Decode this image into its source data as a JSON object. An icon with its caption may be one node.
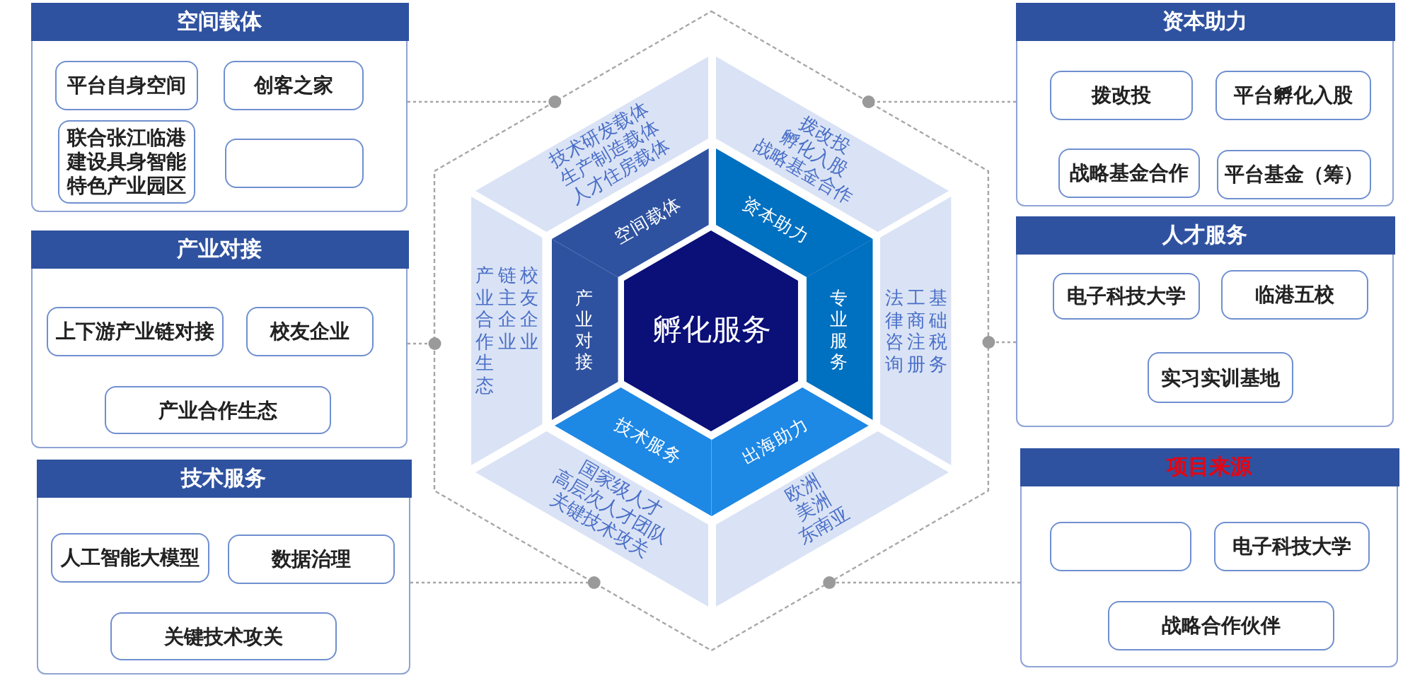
{
  "diagram": {
    "nodes": [
      {
        "text": [
          "空间载体"
        ]
      },
      {
        "text": [
          "平台自身空间"
        ],
        "in": 0
      },
      {
        "text": [
          "创客之家"
        ],
        "in": 0
      },
      {
        "text": [
          "联合张江临港建设具身智能特色产业园区"
        ],
        "in": 0
      },
      {
        "text": [],
        "shape": "box",
        "in": 0
      },
      {
        "text": [
          "产业对接"
        ]
      },
      {
        "text": [
          "上下游产业链对接"
        ],
        "in": 5
      },
      {
        "text": [
          "校友企业"
        ],
        "in": 5
      },
      {
        "text": [
          "产业合作生态"
        ],
        "in": 5
      },
      {
        "text": [
          "技术服务"
        ]
      },
      {
        "text": [
          "人工智能大模型"
        ],
        "in": 9
      },
      {
        "text": [
          "数据治理"
        ],
        "in": 9
      },
      {
        "text": [
          "关键技术攻关"
        ],
        "in": 9
      },
      {
        "text": [],
        "shape": "hexagon"
      },
      {
        "text": [
          "技术研发载体",
          "生产制造载体",
          "人才住房载体"
        ],
        "in": 13
      },
      {
        "text": [
          "拨改投",
          "孵化入股",
          "战略基金合作"
        ],
        "in": 13
      },
      {
        "text": [
          "法律咨询",
          "工商注册",
          "基础税务"
        ],
        "in": 13
      },
      {
        "text": [
          "欧洲",
          "美洲",
          "东南亚"
        ],
        "in": 13
      },
      {
        "text": [
          "国家级人才",
          "高层次人才团队",
          "关键技术攻关"
        ],
        "in": 13
      },
      {
        "text": [
          "产业合作生态",
          "链主企业",
          "校友企业"
        ],
        "in": 13
      },
      {
        "text": [
          "空间载体"
        ],
        "in": 13
      },
      {
        "text": [
          "资本助力"
        ],
        "in": 13
      },
      {
        "text": [
          "专业服务"
        ],
        "in": 13
      },
      {
        "text": [
          "出海助力"
        ],
        "in": 13
      },
      {
        "text": [
          "技术服务"
        ],
        "in": 13
      },
      {
        "text": [
          "产业对接"
        ],
        "in": 13
      },
      {
        "text": [
          "孵化服务"
        ],
        "in": 13
      },
      {
        "text": [
          "资本助力"
        ]
      },
      {
        "text": [
          "拨改投"
        ],
        "in": 27
      },
      {
        "text": [
          "平台孵化入股"
        ],
        "in": 27
      },
      {
        "text": [
          "战略基金合作"
        ],
        "in": 27
      },
      {
        "text": [
          "平台基金（筹）"
        ],
        "in": 27
      },
      {
        "text": [
          "人才服务"
        ]
      },
      {
        "text": [
          "电子科技大学"
        ],
        "in": 32
      },
      {
        "text": [
          "临港五校"
        ],
        "in": 32
      },
      {
        "text": [
          "实习实训基地"
        ],
        "in": 32
      },
      {
        "text": [
          "项目来源"
        ]
      },
      {
        "text": [],
        "shape": "box",
        "in": 36
      },
      {
        "text": [
          "电子科技大学"
        ],
        "in": 36
      },
      {
        "text": [
          "战略合作伙伴"
        ],
        "in": 36
      }
    ],
    "edges": [
      {
        "from": 0,
        "to": 13,
        "arrow": "other",
        "style": "dashed"
      },
      {
        "from": 5,
        "to": 13,
        "arrow": "other",
        "style": "dashed"
      },
      {
        "from": 9,
        "to": 13,
        "arrow": "other",
        "style": "dashed"
      },
      {
        "from": 27,
        "to": 13,
        "arrow": "other",
        "style": "dashed"
      },
      {
        "from": 32,
        "to": 13,
        "arrow": "other",
        "style": "dashed"
      },
      {
        "from": 36,
        "to": 13,
        "arrow": "other",
        "style": "dashed"
      }
    ]
  }
}
